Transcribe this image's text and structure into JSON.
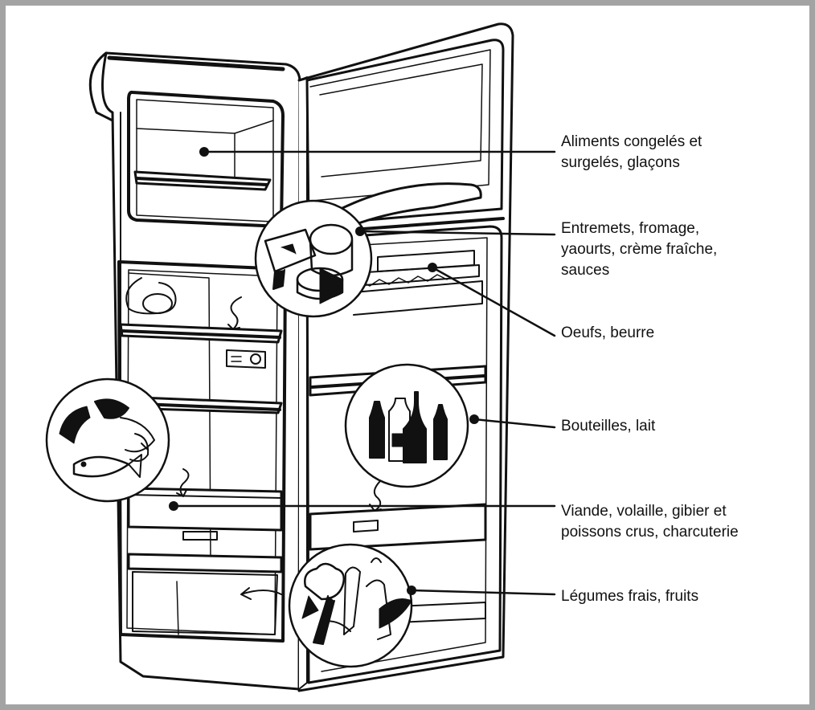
{
  "labels": [
    {
      "id": "freezer",
      "lines": [
        "Aliments congelés et",
        "surgelés, glaçons"
      ]
    },
    {
      "id": "dairy",
      "lines": [
        "Entremets, fromage,",
        "yaourts, crème fraîche,",
        "sauces"
      ]
    },
    {
      "id": "eggs",
      "lines": [
        "Oeufs, beurre"
      ]
    },
    {
      "id": "bottles",
      "lines": [
        "Bouteilles, lait"
      ]
    },
    {
      "id": "meat",
      "lines": [
        "Viande, volaille, gibier et",
        "poissons crus, charcuterie"
      ]
    },
    {
      "id": "vegetables",
      "lines": [
        "Légumes frais, fruits"
      ]
    }
  ],
  "colors": {
    "frame": "#a3a3a3",
    "ink": "#111111"
  },
  "icons": [
    "cheese-icon",
    "bottles-icon",
    "fish-meat-icon",
    "vegetables-icon",
    "fridge-illustration"
  ]
}
